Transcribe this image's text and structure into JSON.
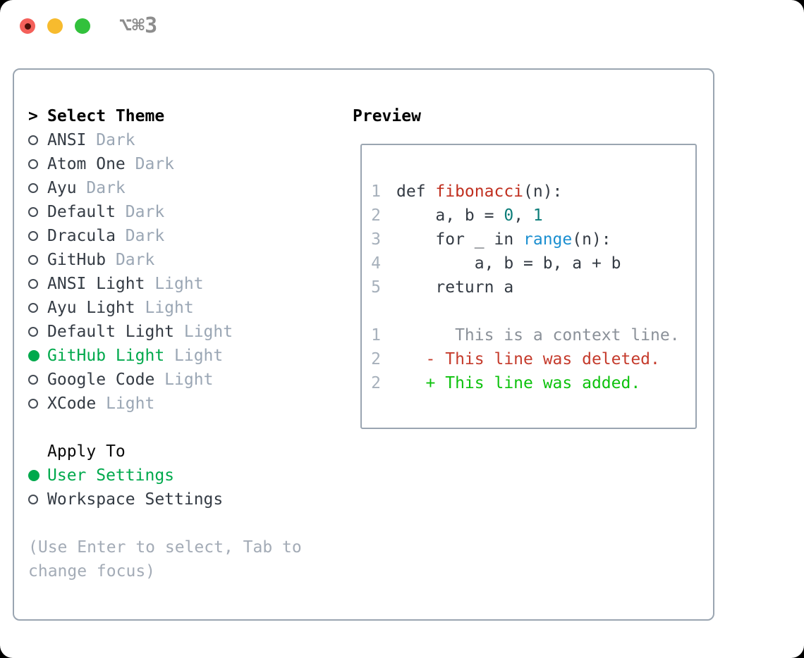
{
  "window": {
    "shortcut_label": "⌥⌘3",
    "traffic_lights": [
      "close",
      "minimize",
      "zoom"
    ]
  },
  "colors": {
    "tl_red": "#f4605a",
    "tl_red_dot": "#4c0f08",
    "tl_yellow": "#f7bb2e",
    "tl_green": "#32c13c",
    "shortcut_gray": "#8d8d8d",
    "border_gray": "#9aa5b1",
    "text_dark": "#343b44",
    "tag_gray": "#9aa6b4",
    "accent_green": "#00a94c",
    "hint_gray": "#a3abb6",
    "line_number_gray": "#a6b0bb",
    "function_red": "#c02f1f",
    "number_teal": "#0c7d79",
    "builtin_blue": "#1b8fd0",
    "context_gray": "#8b9199",
    "deleted_red": "#c53b2c",
    "added_green": "#0dc20d"
  },
  "theme_panel": {
    "title_prefix": ">",
    "title": "Select Theme",
    "themes": [
      {
        "name": "ANSI",
        "tag": "Dark",
        "selected": false
      },
      {
        "name": "Atom One",
        "tag": "Dark",
        "selected": false
      },
      {
        "name": "Ayu",
        "tag": "Dark",
        "selected": false
      },
      {
        "name": "Default",
        "tag": "Dark",
        "selected": false
      },
      {
        "name": "Dracula",
        "tag": "Dark",
        "selected": false
      },
      {
        "name": "GitHub",
        "tag": "Dark",
        "selected": false
      },
      {
        "name": "ANSI Light",
        "tag": "Light",
        "selected": false
      },
      {
        "name": "Ayu Light",
        "tag": "Light",
        "selected": false
      },
      {
        "name": "Default Light",
        "tag": "Light",
        "selected": false
      },
      {
        "name": "GitHub Light",
        "tag": "Light",
        "selected": true
      },
      {
        "name": "Google Code",
        "tag": "Light",
        "selected": false
      },
      {
        "name": "XCode",
        "tag": "Light",
        "selected": false
      }
    ],
    "apply_to": {
      "title": "Apply To",
      "options": [
        {
          "label": "User Settings",
          "selected": true
        },
        {
          "label": "Workspace Settings",
          "selected": false
        }
      ]
    },
    "hint_lines": [
      "(Use Enter to select, Tab to",
      "change focus)"
    ]
  },
  "preview": {
    "title": "Preview",
    "code_lines": [
      {
        "num": "1",
        "tokens": [
          {
            "t": "def ",
            "c": "plain"
          },
          {
            "t": "fibonacci",
            "c": "function"
          },
          {
            "t": "(n):",
            "c": "plain"
          }
        ]
      },
      {
        "num": "2",
        "tokens": [
          {
            "t": "    a, b = ",
            "c": "plain"
          },
          {
            "t": "0",
            "c": "number"
          },
          {
            "t": ", ",
            "c": "plain"
          },
          {
            "t": "1",
            "c": "number"
          }
        ]
      },
      {
        "num": "3",
        "tokens": [
          {
            "t": "    for _ in ",
            "c": "plain"
          },
          {
            "t": "range",
            "c": "builtin"
          },
          {
            "t": "(n):",
            "c": "plain"
          }
        ]
      },
      {
        "num": "4",
        "tokens": [
          {
            "t": "        a, b = b, a + b",
            "c": "plain"
          }
        ]
      },
      {
        "num": "5",
        "tokens": [
          {
            "t": "    return a",
            "c": "plain"
          }
        ]
      },
      {
        "num": "",
        "tokens": []
      },
      {
        "num": "1",
        "tokens": [
          {
            "t": "      This is a context line.",
            "c": "context"
          }
        ]
      },
      {
        "num": "2",
        "tokens": [
          {
            "t": "   - This line was deleted.",
            "c": "deleted"
          }
        ]
      },
      {
        "num": "2",
        "tokens": [
          {
            "t": "   + This line was added.",
            "c": "added"
          }
        ]
      }
    ]
  }
}
